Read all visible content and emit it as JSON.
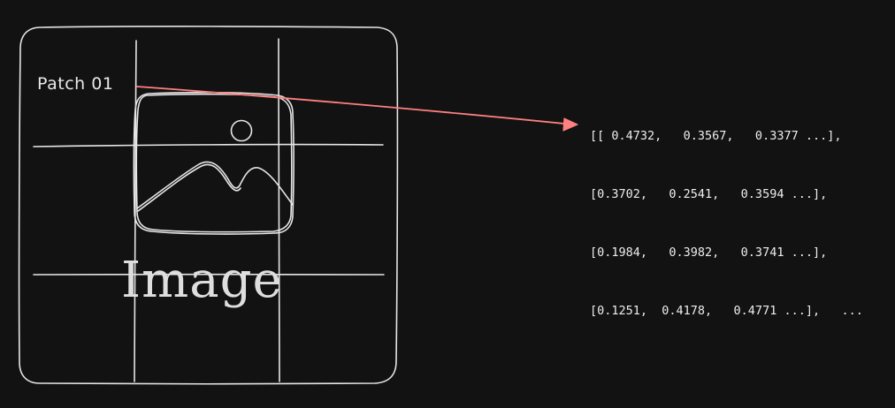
{
  "patch_label": "Patch 01",
  "image_label": "Image",
  "embedding_rows": [
    "[[ 0.4732,   0.3567,   0.3377 ...],",
    "[0.3702,   0.2541,   0.3594 ...],",
    "[0.1984,   0.3982,   0.3741 ...],",
    "[0.1251,  0.4178,   0.4771 ...],   ..."
  ],
  "colors": {
    "background": "#121212",
    "stroke": "#e6e6e6",
    "arrow": "#ff8080"
  },
  "icons": {
    "picture": "image-placeholder-icon"
  }
}
